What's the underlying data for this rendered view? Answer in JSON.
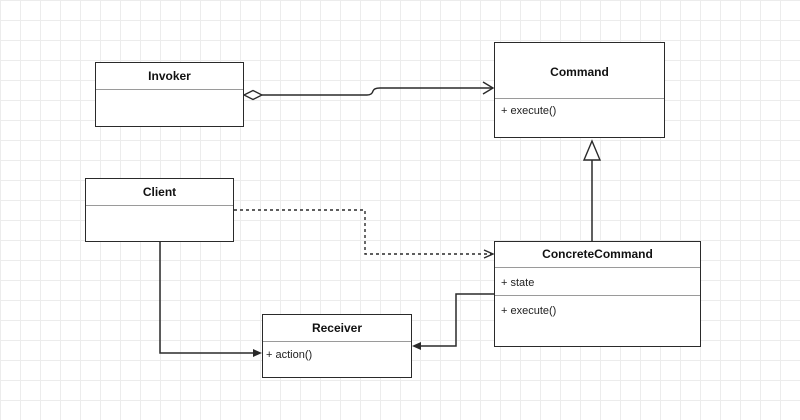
{
  "diagram": {
    "classes": {
      "invoker": {
        "name": "Invoker",
        "members": []
      },
      "command": {
        "name": "Command",
        "methods": [
          "+ execute()"
        ]
      },
      "client": {
        "name": "Client",
        "members": []
      },
      "concrete_command": {
        "name": "ConcreteCommand",
        "attributes": [
          "+ state"
        ],
        "methods": [
          "+ execute()"
        ]
      },
      "receiver": {
        "name": "Receiver",
        "methods": [
          "+ action()"
        ]
      }
    },
    "relations": [
      {
        "from": "Invoker",
        "to": "Command",
        "type": "aggregation"
      },
      {
        "from": "ConcreteCommand",
        "to": "Command",
        "type": "inheritance"
      },
      {
        "from": "Client",
        "to": "ConcreteCommand",
        "type": "dependency"
      },
      {
        "from": "Client",
        "to": "Receiver",
        "type": "association"
      },
      {
        "from": "ConcreteCommand",
        "to": "Receiver",
        "type": "association"
      }
    ],
    "colors": {
      "stroke": "#2a2a2a",
      "separator": "#9a9a9a",
      "grid": "#ececec"
    }
  }
}
